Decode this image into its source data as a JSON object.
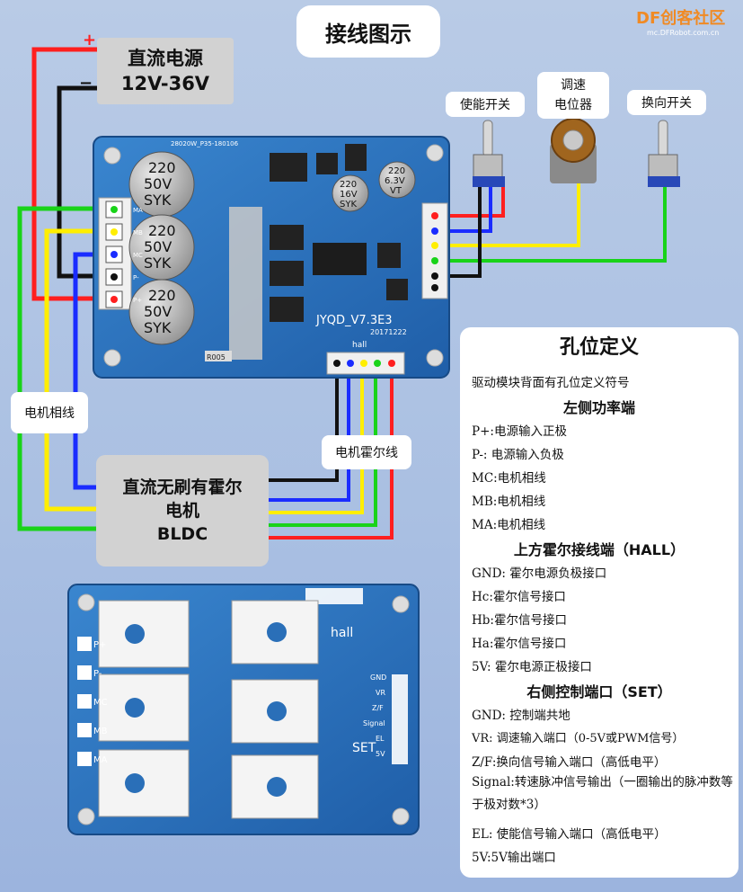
{
  "title": "接线图示",
  "logo": {
    "brand_prefix": "DF",
    "brand_cn": "创客社区",
    "url": "mc.DFRobot.com.cn"
  },
  "power_supply": {
    "line1": "直流电源",
    "line2": "12V-36V",
    "plus": "+",
    "minus": "−"
  },
  "switch_enable": "使能开关",
  "pot": {
    "line1": "调速",
    "line2": "电位器"
  },
  "switch_dir": "换向开关",
  "label_phase": "电机相线",
  "label_hall": "电机霍尔线",
  "motor": {
    "line1": "直流无刷有霍尔",
    "line2": "电机",
    "line3": "BLDC"
  },
  "board": {
    "model": "JYQD_V7.3E3",
    "date": "20171222",
    "pcb_code": "28020W_P35-180106",
    "hall_text": "hall",
    "r_code": "R005",
    "caps": [
      {
        "v1": "220",
        "v2": "50V",
        "v3": "SYK"
      },
      {
        "v1": "220",
        "v2": "50V",
        "v3": "SYK"
      },
      {
        "v1": "220",
        "v2": "50V",
        "v3": "SYK"
      }
    ],
    "small_caps": [
      {
        "v1": "220",
        "v2": "16V",
        "v3": "SYK"
      },
      {
        "v1": "220",
        "v2": "6.3V",
        "v3": "VT"
      }
    ],
    "left_pins": [
      "MA",
      "MB",
      "MC",
      "P-",
      "P+"
    ],
    "back_left": [
      "P+",
      "P-",
      "MC",
      "MB",
      "MA"
    ],
    "back_right": [
      "GND",
      "VR",
      "Z/F",
      "Signal",
      "EL",
      "5V"
    ],
    "back_hall": "hall",
    "back_set": "SET"
  },
  "definitions": {
    "title": "孔位定义",
    "intro": "驱动模块背面有孔位定义符号",
    "sections": [
      {
        "heading": "左侧功率端",
        "lines": [
          "P+:电源输入正极",
          "P-: 电源输入负极",
          "MC:电机相线",
          "MB:电机相线",
          "MA:电机相线"
        ]
      },
      {
        "heading": "上方霍尔接线端（HALL）",
        "lines": [
          "GND: 霍尔电源负极接口",
          "Hc:霍尔信号接口",
          "Hb:霍尔信号接口",
          "Ha:霍尔信号接口",
          "5V: 霍尔电源正极接口"
        ]
      },
      {
        "heading": "右侧控制端口（SET）",
        "lines": [
          "GND: 控制端共地",
          "VR: 调速输入端口（0-5V或PWM信号）",
          "Z/F:换向信号输入端口（高低电平）",
          "Signal:转速脉冲信号输出（一圈输出的脉冲数等于极对数*3）",
          "EL: 使能信号输入端口（高低电平）",
          "5V:5V输出端口"
        ]
      }
    ]
  },
  "colors": {
    "red": "#ff1f1f",
    "black": "#111111",
    "blue": "#1a2cff",
    "yellow": "#ffee00",
    "green": "#19d319",
    "pcb": "#2a6fb8"
  }
}
